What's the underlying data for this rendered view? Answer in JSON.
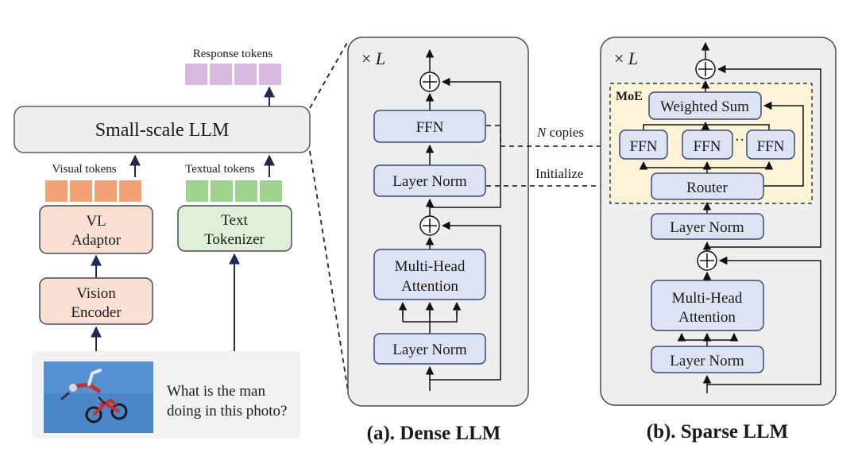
{
  "left": {
    "response_label": "Response tokens",
    "llm_label": "Small-scale LLM",
    "visual_tokens_label": "Visual tokens",
    "textual_tokens_label": "Textual tokens",
    "vl_adaptor_line1": "VL",
    "vl_adaptor_line2": "Adaptor",
    "text_tokenizer_line1": "Text",
    "text_tokenizer_line2": "Tokenizer",
    "vision_encoder_line1": "Vision",
    "vision_encoder_line2": "Encoder",
    "question_line1": "What is the man",
    "question_line2": "doing in this photo?"
  },
  "dense": {
    "repeat": "L",
    "ffn": "FFN",
    "layer_norm_top": "Layer Norm",
    "mha_line1": "Multi-Head",
    "mha_line2": "Attention",
    "layer_norm_bottom": "Layer Norm",
    "caption": "(a). Dense LLM"
  },
  "links": {
    "copies_n": "N",
    "copies_text": " copies",
    "initialize": "Initialize"
  },
  "sparse": {
    "repeat": "L",
    "moe": "MoE",
    "weighted_sum": "Weighted Sum",
    "ffn_1": "FFN",
    "ffn_2": "FFN",
    "ffn_dots": "··",
    "ffn_3": "FFN",
    "router": "Router",
    "layer_norm_top": "Layer Norm",
    "mha_line1": "Multi-Head",
    "mha_line2": "Attention",
    "layer_norm_bottom": "Layer Norm",
    "caption": "(b). Sparse LLM"
  },
  "colors": {
    "block_fill": "#dde3f2",
    "block_stroke": "#3b4a78",
    "panel_fill": "#eeeeee",
    "panel_stroke": "#444a55",
    "moe_fill": "#fdf3d6",
    "response_token": "#d9b8df",
    "visual_token": "#f2a273",
    "textual_token": "#9fd48e",
    "vl_adaptor_fill": "#fae0d3",
    "vision_encoder_fill": "#fae0d3",
    "tokenizer_fill": "#e0f0d6",
    "arrow": "#1f2a52"
  }
}
